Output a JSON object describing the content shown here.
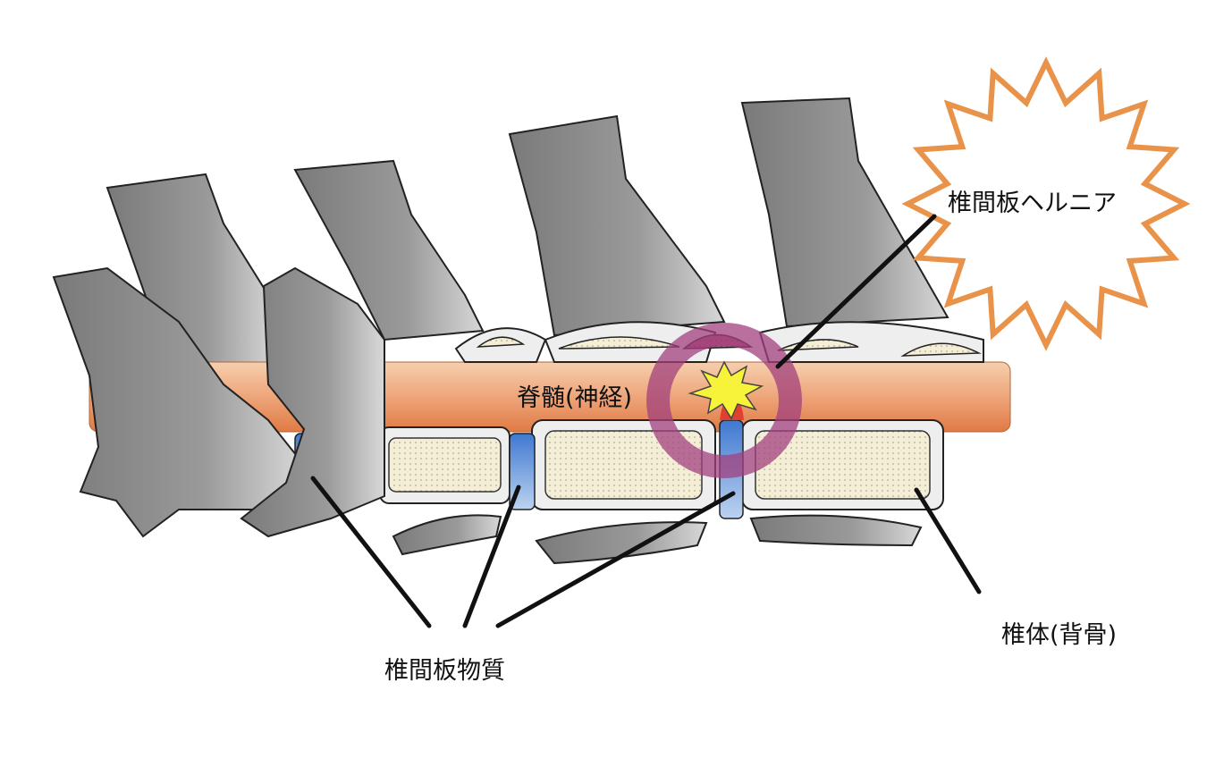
{
  "labels": {
    "herniation": "椎間板ヘルニア",
    "spinal_cord": "脊髄(神経)",
    "disc_material": "椎間板物質",
    "vertebral_body": "椎体(背骨)"
  },
  "colors": {
    "bone": "#8f8f8f",
    "cord": "#e89a6a",
    "disc": "#5b8fd6",
    "body_fill": "#f4eed6",
    "starburst": "#e9934a",
    "ring": "#a2407e",
    "burst": "#f7f23a"
  }
}
